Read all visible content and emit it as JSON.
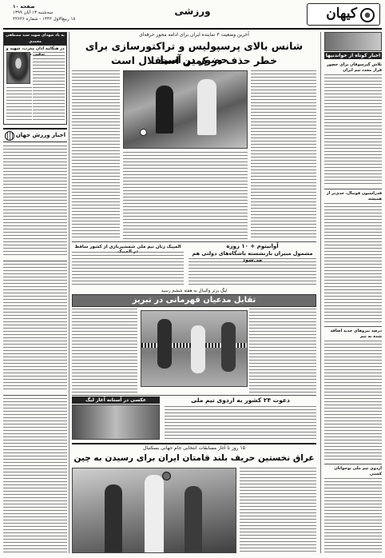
{
  "masthead": {
    "logo_text": "کیهان",
    "section": "ورزشی",
    "page_number": "صفحه ۱۰",
    "date_line_1": "سه‌شنبه ۱۳ آبان ۱۳۹۹",
    "date_line_2": "۱۸ ربیع‌الاول ۱۴۴۲ - شماره ۲۲۶۲۶"
  },
  "main_story": {
    "kicker": "آخرین وضعیت ۳ نماینده ایران برای ادامه مجوز حرفه‌ای",
    "headline_1": "شانس بالای پرسپولیس و تراکتورسازی برای حضور در آسیا",
    "headline_2": "خطر حذف در کمین استقلال است"
  },
  "left_column": {
    "memorial_box_title": "به یاد شهدای شهید سید مصطفی محمدی",
    "memorial_line": "در هنگامه اذان مغرب، شهید و تدفین شد",
    "world_sports_title": "اخبار ورزش جهان"
  },
  "right_column": {
    "box_title": "اخبار کوتاه از خواندنیها",
    "item_1": "تلاش گیرسوقان برای حضور قرار مجدد تیم ایران",
    "item_2": "فدراسیون فوتبال، جدی‌تر از همیشه",
    "item_3": "درصد نیروهای جدید اضافه شده به تیم",
    "item_4": "اردوی تیم ملی نوجوانان کشتی"
  },
  "stories": {
    "middle_small_headline": "آوانیتوم + ۱۰ روزه",
    "middle_headline": "مشمول مبیران بازنشسته باشگاه‌های دولتی هم می‌شود",
    "basket_kicker": "المپیک زنان تیم ملی شمشیربازی از کشور ساقط در المپیک",
    "volley_kicker": "لیگ برتر والیبال به هفته ششم رسید",
    "volley_headline": "تقابل مدعیان قهرمانی در تبریز",
    "team_small_headline": "دعوت ۲۴ کشور به اردوی تیم ملی",
    "bottom_kicker": "۱۵ روز تا آغاز مسابقات انتخابی جام جهانی بسکتبال",
    "bottom_headline": "عراق نخستین حریف بلند قامتان ایران برای رسیدن به چین",
    "small_photo_caption": "عکسی در آستانه آغاز لیگ"
  }
}
